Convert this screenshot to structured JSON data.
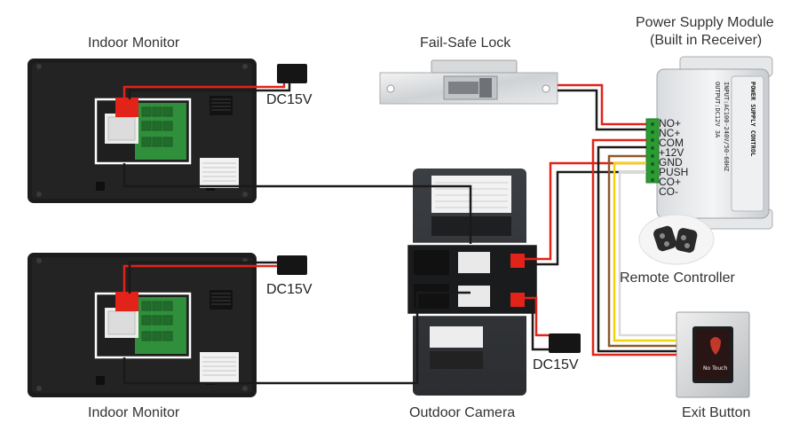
{
  "labels": {
    "indoor_monitor_top": "Indoor Monitor",
    "indoor_monitor_bottom": "Indoor Monitor",
    "fail_safe_lock": "Fail-Safe Lock",
    "power_supply_line1": "Power Supply Module",
    "power_supply_line2": "(Built in Receiver)",
    "remote_controller": "Remote Controller",
    "outdoor_camera": "Outdoor Camera",
    "exit_button": "Exit Button"
  },
  "power_labels": {
    "dc_top": "DC15V",
    "dc_middle": "DC15V",
    "dc_camera": "DC15V"
  },
  "psm_terminals": [
    "NO+",
    "NC+",
    "COM",
    "+12V",
    "GND",
    "PUSH",
    "CO+",
    "CO-"
  ],
  "psm_plate": {
    "title": "POWER SUPPLY CONTROL",
    "input": "INPUT:AC100-240V/50-60HZ",
    "output": "OUTPUT:DC12V 3A"
  },
  "exit_button_text": "No Touch",
  "colors": {
    "wire_red": "#e2231a",
    "wire_black": "#1a1a1a",
    "wire_yellow": "#f2d40c",
    "wire_brown": "#8b5a2b",
    "wire_white": "#d9d9d9",
    "wire_blue": "#2a4fd6",
    "terminal_green": "#3aa83a",
    "monitor_body": "#1c1c1c",
    "highlight_frame": "#ffffff"
  }
}
